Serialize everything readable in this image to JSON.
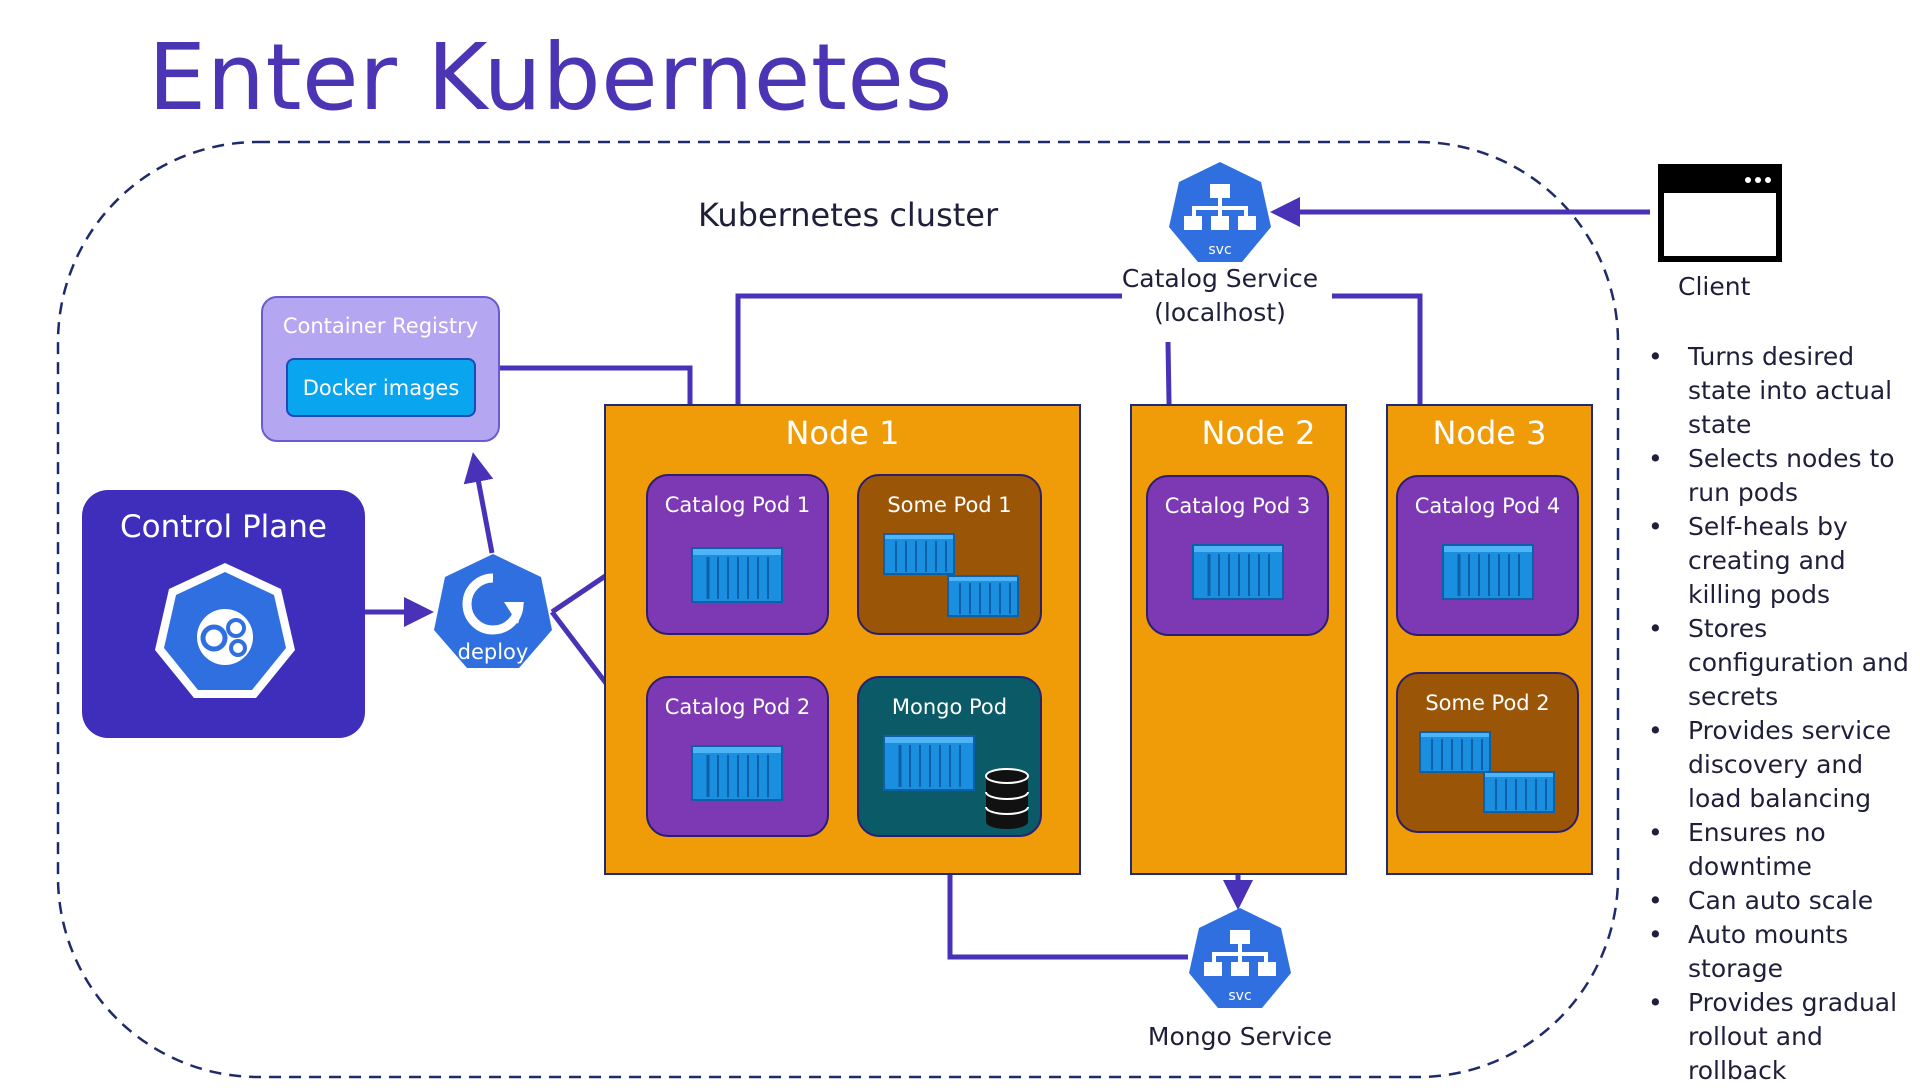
{
  "title": "Enter Kubernetes",
  "cluster": {
    "label": "Kubernetes cluster"
  },
  "registry": {
    "label": "Container Registry",
    "images_label": "Docker images"
  },
  "control_plane": {
    "label": "Control Plane"
  },
  "deploy": {
    "label": "deploy"
  },
  "catalog_service": {
    "badge": "svc",
    "line1": "Catalog Service",
    "line2": "(localhost)"
  },
  "mongo_service": {
    "badge": "svc",
    "label": "Mongo Service"
  },
  "client": {
    "label": "Client"
  },
  "nodes": [
    {
      "label": "Node 1"
    },
    {
      "label": "Node 2"
    },
    {
      "label": "Node 3"
    }
  ],
  "pods": {
    "catalog1": "Catalog Pod 1",
    "some1": "Some Pod 1",
    "catalog2": "Catalog Pod 2",
    "mongo": "Mongo Pod",
    "catalog3": "Catalog Pod 3",
    "catalog4": "Catalog Pod 4",
    "some2": "Some Pod 2"
  },
  "features": [
    "Turns desired state into actual state",
    "Selects nodes to run pods",
    "Self-heals by creating and killing pods",
    "Stores configuration and secrets",
    "Provides service discovery and load balancing",
    "Ensures no downtime",
    "Can auto scale",
    "Auto mounts storage",
    "Provides gradual rollout and rollback"
  ],
  "colors": {
    "title": "#4b35b5",
    "arrow": "#4a32b8",
    "node": "#f09b08",
    "pod_purple": "#7d38b3",
    "pod_brown": "#9a5606",
    "pod_teal": "#0b5a68",
    "k8s_blue": "#2f6fe0",
    "container_blue": "#1a8fe0",
    "control_plane": "#3f2ebc",
    "registry": "#b5a6f2",
    "docker_images": "#09a6ef"
  },
  "icons": {
    "service": "service-hierarchy-icon",
    "control_plane": "helm-gears-icon",
    "deploy": "deploy-cycle-icon",
    "client": "browser-window-icon",
    "container": "shipping-container-icon",
    "database": "database-icon"
  }
}
